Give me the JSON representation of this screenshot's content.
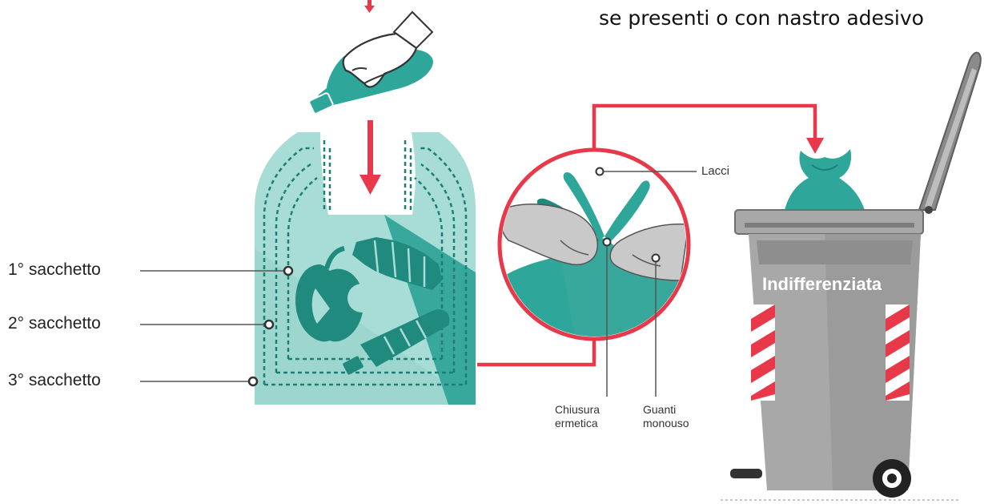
{
  "instruction_text": "se presenti o con nastro adesivo",
  "bag_labels": [
    "1° sacchetto",
    "2° sacchetto",
    "3° sacchetto"
  ],
  "detail_labels": {
    "ties": "Lacci",
    "seal": [
      "Chiusura",
      "ermetica"
    ],
    "gloves": [
      "Guanti",
      "monouso"
    ]
  },
  "bin_label": "Indifferenziata",
  "colors": {
    "teal": "#2ea79a",
    "teal_light": "#a8dcd6",
    "arrow_red": "#e8394a",
    "bin_grey": "#a8a8a8",
    "bin_dark": "#7d7d7d",
    "hand_grey": "#c9c9c9"
  },
  "icons": [
    "hand-pouring-bottle-icon",
    "down-arrow-icon",
    "apple-icon",
    "bottle-icon",
    "gloved-hands-tying-icon",
    "waste-bin-icon"
  ]
}
